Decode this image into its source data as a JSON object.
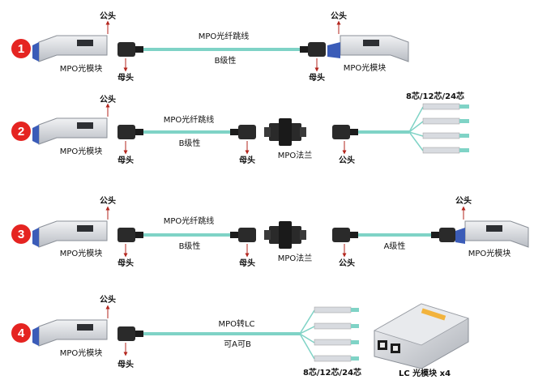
{
  "colors": {
    "fiber": "#7fd3c6",
    "fiber_dark": "#4fb4a6",
    "badge": "#e52421",
    "arrow": "#b3261e",
    "connector": "#2a2a2a",
    "module_body": "#d6d9de",
    "module_pull": "#3b5cb8"
  },
  "rows": [
    {
      "number": "1",
      "labels": {
        "male_left": "公头",
        "module_left": "MPO光模块",
        "female_left": "母头",
        "cable": "MPO光纤跳线",
        "polarity": "B级性",
        "male_right": "公头",
        "female_right": "母头",
        "module_right": "MPO光模块"
      }
    },
    {
      "number": "2",
      "labels": {
        "male_left": "公头",
        "module_left": "MPO光模块",
        "female_left": "母头",
        "cable": "MPO光纤跳线",
        "polarity": "B级性",
        "female_mid": "母头",
        "adapter": "MPO法兰",
        "male_mid": "公头",
        "fanout": "8芯/12芯/24芯"
      }
    },
    {
      "number": "3",
      "labels": {
        "male_left": "公头",
        "module_left": "MPO光模块",
        "female_left": "母头",
        "cable": "MPO光纤跳线",
        "polarity_b": "B级性",
        "female_mid": "母头",
        "adapter": "MPO法兰",
        "male_mid": "公头",
        "polarity_a": "A级性",
        "male_right": "公头",
        "module_right": "MPO光模块"
      }
    },
    {
      "number": "4",
      "labels": {
        "male_left": "公头",
        "module_left": "MPO光模块",
        "female_left": "母头",
        "cable": "MPO转LC",
        "polarity": "可A可B",
        "fanout": "8芯/12芯/24芯",
        "lc_module": "LC 光模块 x4"
      }
    }
  ]
}
